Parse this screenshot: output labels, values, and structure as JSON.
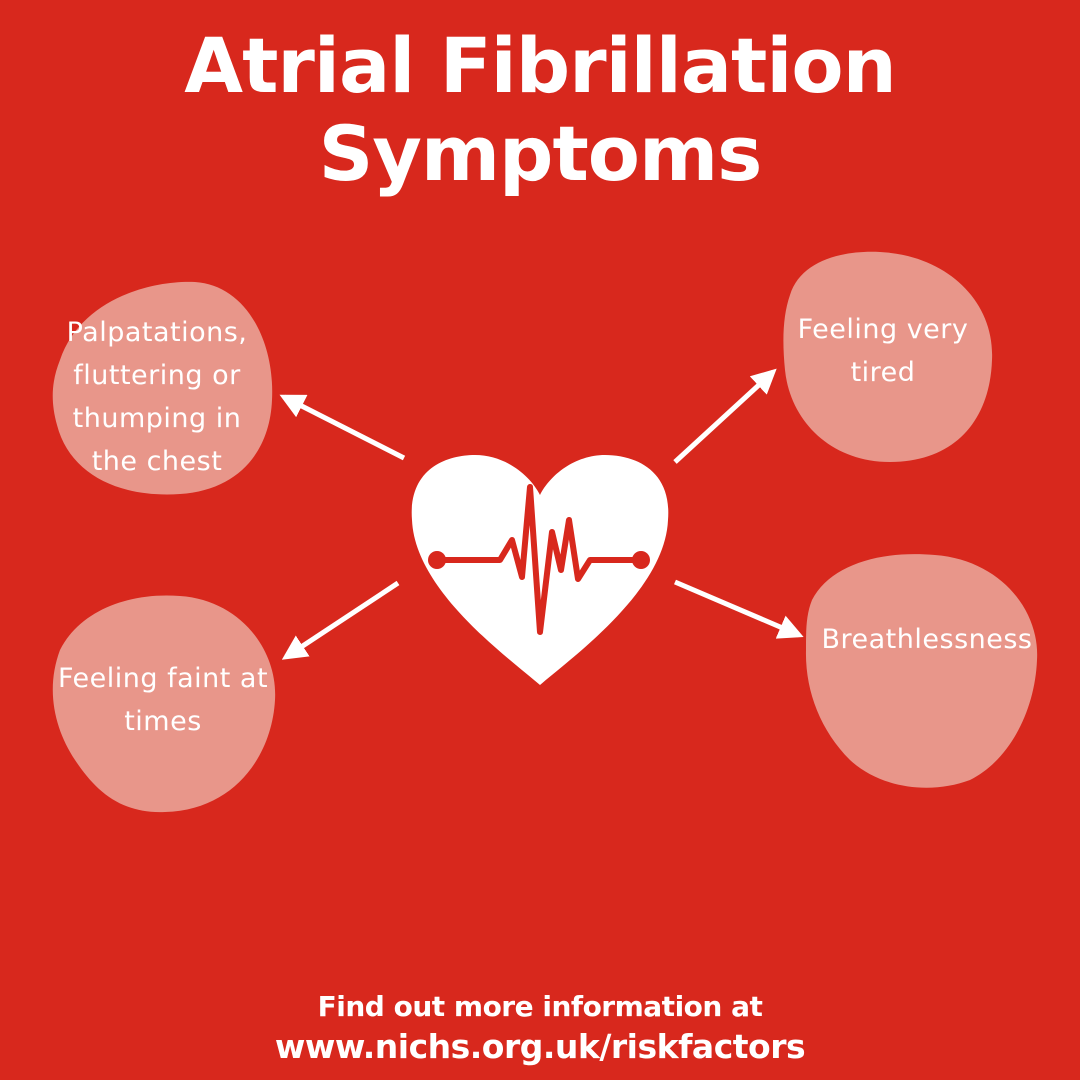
{
  "colors": {
    "background": "#d8281d",
    "blob": "#e8968a",
    "text": "#ffffff",
    "heart": "#ffffff",
    "heartbeat": "#d8281d",
    "arrow": "#ffffff"
  },
  "title": {
    "line1": "Atrial Fibrillation",
    "line2": "Symptoms"
  },
  "center": {
    "icon": "heart-heartbeat-icon"
  },
  "symptoms": [
    {
      "id": "palpitations",
      "label": "Palpatations,\nfluttering or\nthumping in\nthe chest"
    },
    {
      "id": "tired",
      "label": "Feeling very\ntired"
    },
    {
      "id": "faint",
      "label": "Feeling faint at\ntimes"
    },
    {
      "id": "breathlessness",
      "label": "Breathlessness"
    }
  ],
  "footer": {
    "line1": "Find out more information at",
    "line2": "www.nichs.org.uk/riskfactors"
  }
}
